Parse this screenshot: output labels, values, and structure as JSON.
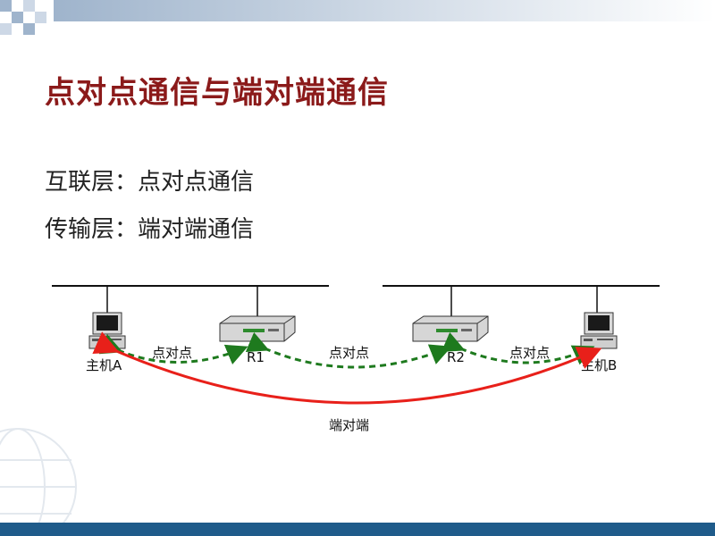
{
  "slide": {
    "title": "点对点通信与端对端通信",
    "bullets": [
      "互联层：点对点通信",
      "传输层：端对端通信"
    ]
  },
  "diagram": {
    "nodes": {
      "host_a": "主机A",
      "router_1": "R1",
      "router_2": "R2",
      "host_b": "主机B"
    },
    "edge_labels": {
      "p2p_1": "点对点",
      "p2p_2": "点对点",
      "p2p_3": "点对点",
      "e2e": "端对端"
    }
  },
  "colors": {
    "title": "#8b1a1a",
    "p2p_arrow": "#1e7a1e",
    "e2e_arrow": "#e8201a",
    "bottom_bar": "#1f5b8a",
    "checker": "#9fb4cc"
  }
}
